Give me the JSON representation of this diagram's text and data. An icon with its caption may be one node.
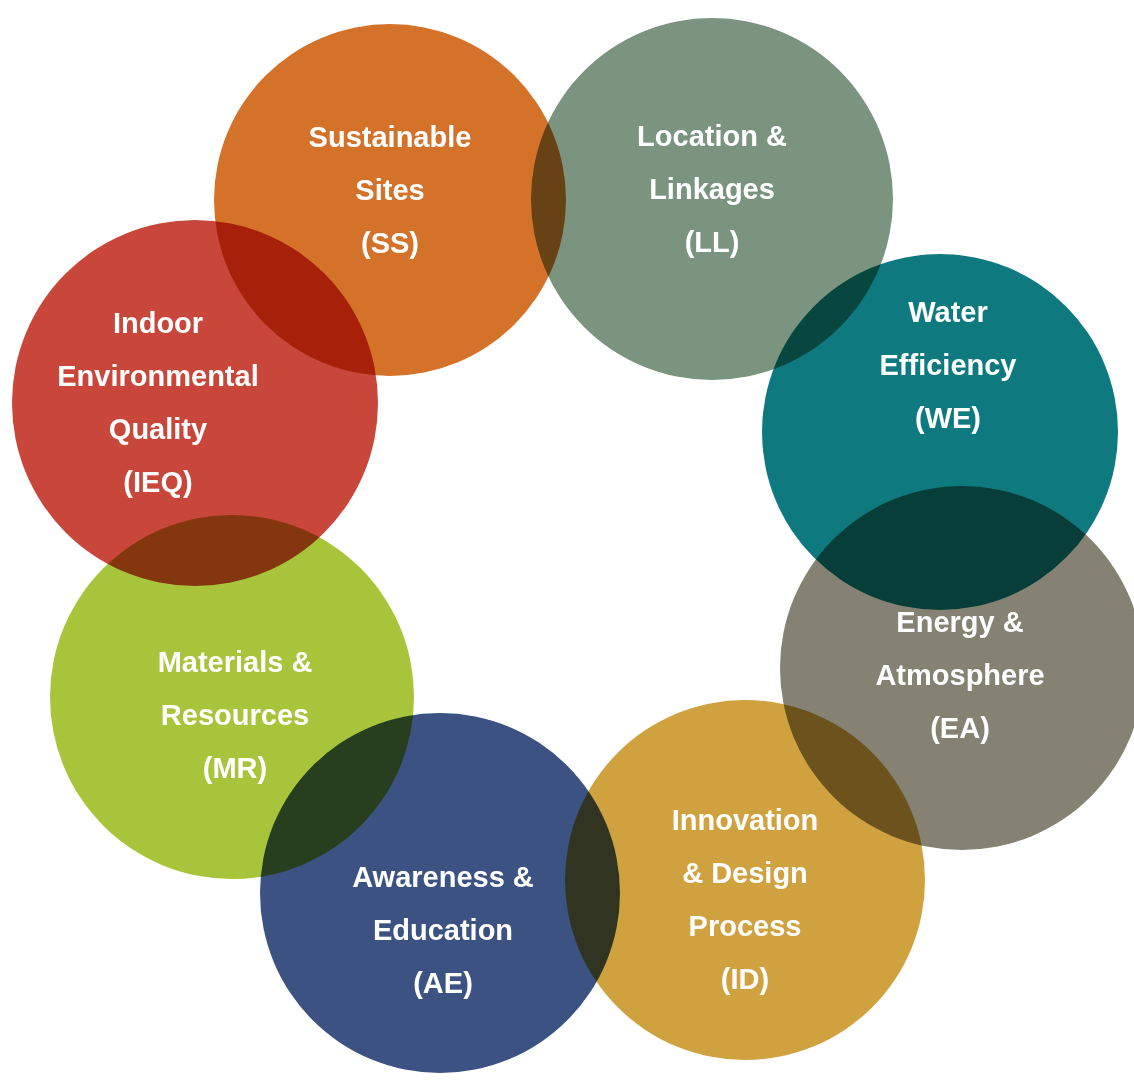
{
  "diagram": {
    "nodes": [
      {
        "text": [
          "Sustainable Sites (SS)"
        ]
      },
      {
        "text": [
          "Location & Linkages (LL)"
        ]
      },
      {
        "text": [
          "Water Efficiency (WE)"
        ]
      },
      {
        "text": [
          "Energy & Atmosphere (EA)"
        ]
      },
      {
        "text": [
          "Innovation & Design Process (ID)"
        ]
      },
      {
        "text": [
          "Awareness & Education (AE)"
        ]
      },
      {
        "text": [
          "Materials & Resources (MR)"
        ]
      },
      {
        "text": [
          "Indoor Environmental Quality (IEQ)"
        ]
      }
    ]
  }
}
